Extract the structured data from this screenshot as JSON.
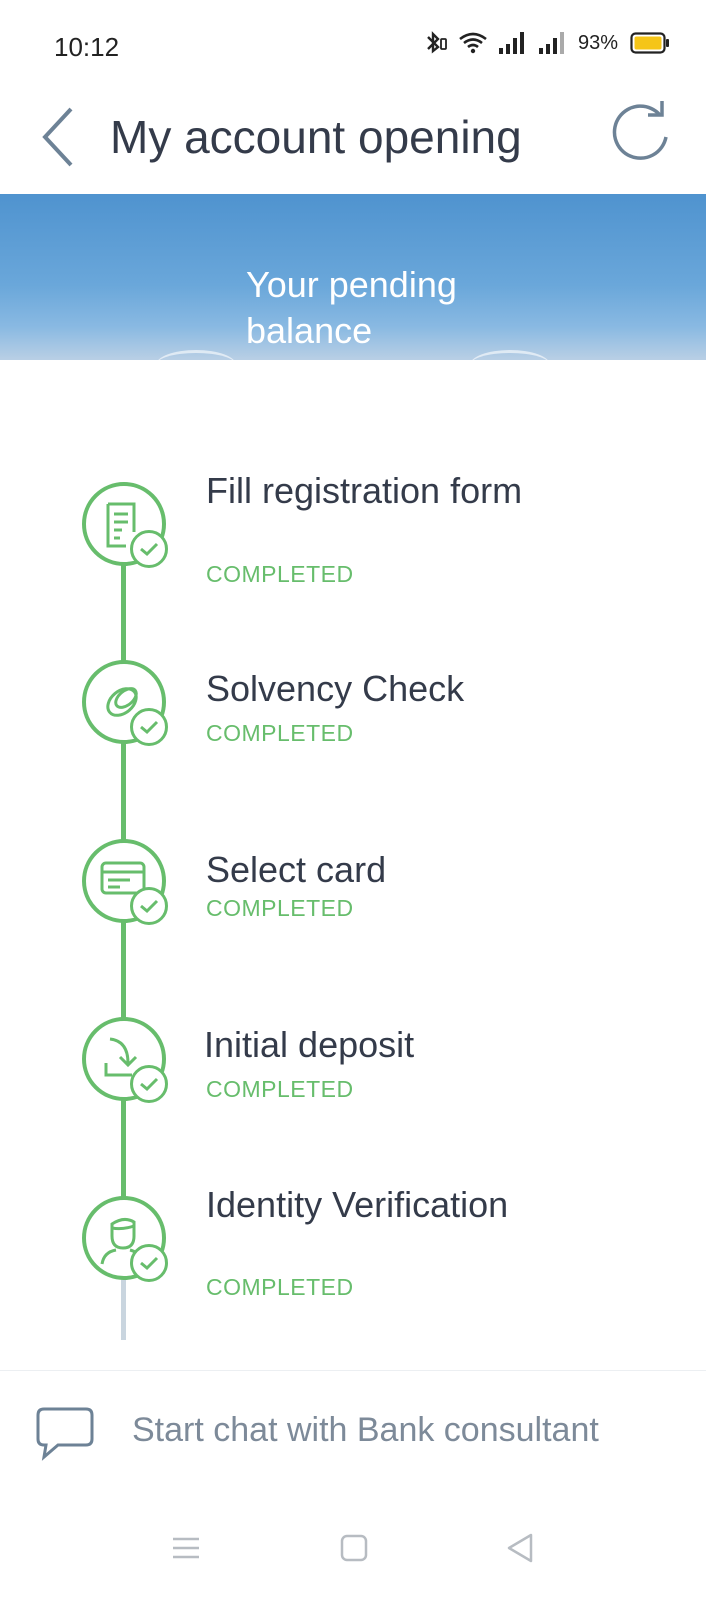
{
  "status_bar": {
    "time": "10:12",
    "battery_percent": "93%",
    "icons": [
      "bluetooth-icon",
      "wifi-icon",
      "signal-icon",
      "signal-icon-2",
      "battery-icon"
    ]
  },
  "header": {
    "title": "My account opening",
    "back_icon": "chevron-left-icon",
    "refresh_icon": "refresh-icon"
  },
  "banner": {
    "text": "Your pending balance"
  },
  "steps": [
    {
      "title": "Fill registration form",
      "status": "COMPLETED",
      "icon": "document-icon"
    },
    {
      "title": "Solvency Check",
      "status": "COMPLETED",
      "icon": "coin-icon"
    },
    {
      "title": "Select card",
      "status": "COMPLETED",
      "icon": "card-icon"
    },
    {
      "title": "Initial deposit",
      "status": "COMPLETED",
      "icon": "deposit-icon"
    },
    {
      "title": "Identity Verification",
      "status": "COMPLETED",
      "icon": "person-icon"
    }
  ],
  "chat": {
    "label": "Start chat with Bank consultant",
    "icon": "chat-bubble-icon"
  },
  "colors": {
    "accent_green": "#67bd6c",
    "banner_blue": "#4f93cf",
    "title_text": "#343b4a",
    "muted_text": "#7d8a99"
  }
}
